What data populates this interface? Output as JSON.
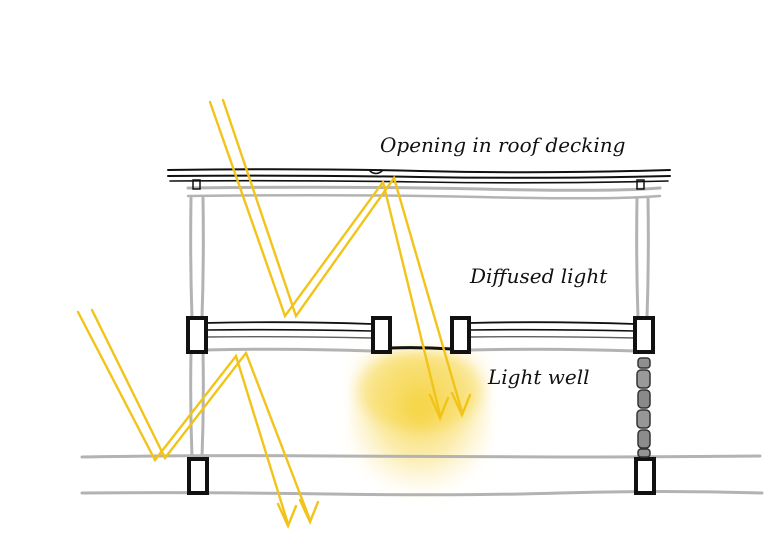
{
  "labels": {
    "roof_opening": "Opening in roof decking",
    "diffused": "Diffused light",
    "light_well": "Light well"
  },
  "colors": {
    "ink": "#111111",
    "grey_line": "#b3b3b3",
    "dark_grey": "#5f5f5f",
    "sunlight": "#f2c419",
    "glow": "#f7d64a",
    "stone": "#8f8f8f"
  }
}
